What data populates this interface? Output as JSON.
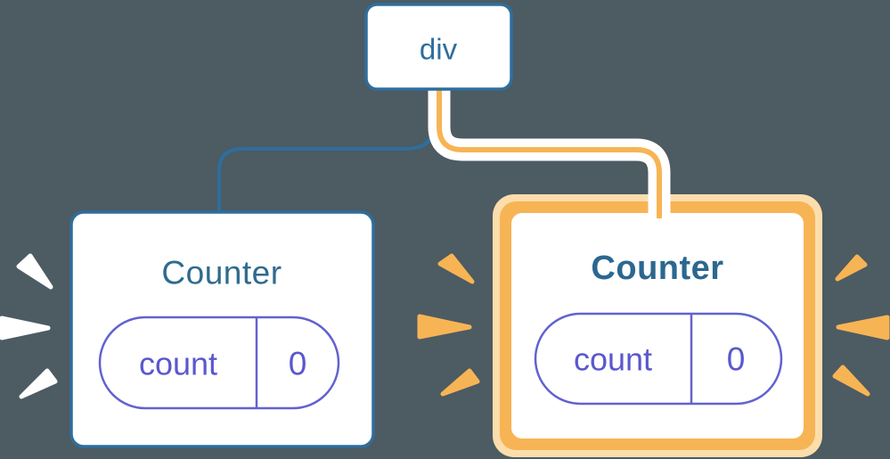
{
  "diagram_type": "react-component-tree",
  "colors": {
    "background": "#4D5B62",
    "node_blue": "#2E6E9D",
    "title_blue": "#2F6B8F",
    "title_blue_bold": "#2B6890",
    "state_purple": "#5B57CE",
    "highlight_orange": "#F7B455",
    "highlight_orange_light": "#FCDEAC",
    "card_fill": "#FFFFFF",
    "spark_white": "#FFFFFF"
  },
  "root_node": {
    "label": "div"
  },
  "components": [
    {
      "title": "Counter",
      "state": {
        "key": "count",
        "value": "0"
      },
      "highlighted": false,
      "spark_color": "white"
    },
    {
      "title": "Counter",
      "state": {
        "key": "count",
        "value": "0"
      },
      "highlighted": true,
      "spark_color": "orange"
    }
  ]
}
